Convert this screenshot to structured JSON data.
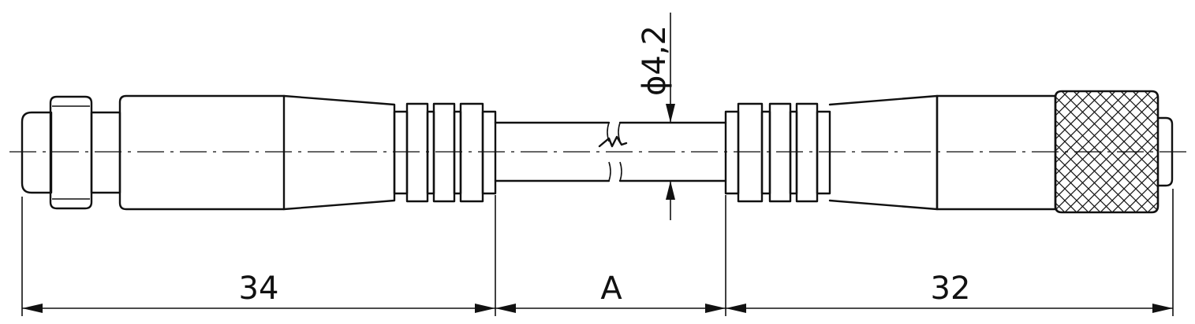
{
  "dimensions": {
    "left_connector_length": "34",
    "cable_length": "A",
    "right_connector_length": "32",
    "cable_diameter": "ϕ4,2"
  }
}
